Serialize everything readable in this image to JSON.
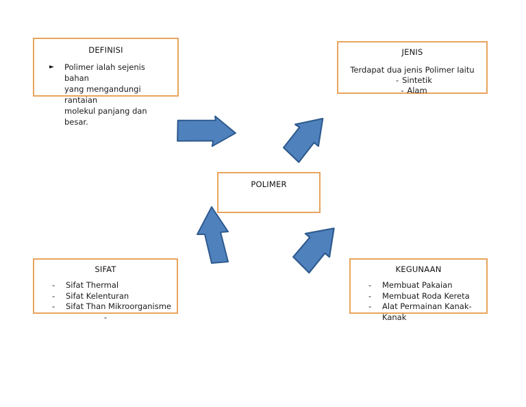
{
  "diagram": {
    "title_node": {
      "label": "POLIMER"
    },
    "nodes": [
      {
        "id": "definisi",
        "title": "DEFINISI",
        "bullet_glyph": "►",
        "lines": [
          "Polimer ialah sejenis bahan",
          "yang mengandungi rantaian",
          "molekul panjang dan besar."
        ]
      },
      {
        "id": "jenis",
        "title": "JENIS",
        "lead": "Terdapat dua jenis Polimer Iaitu",
        "dash_glyph": "-",
        "items": [
          "Sintetik",
          "Alam"
        ]
      },
      {
        "id": "sifat",
        "title": "SIFAT",
        "dash_glyph": "-",
        "items": [
          "Sifat Thermal",
          "Sifat Kelenturan",
          "Sifat Than Mikroorganisme",
          ""
        ]
      },
      {
        "id": "kegunaan",
        "title": "KEGUNAAN",
        "dash_glyph": "-",
        "items": [
          "Membuat Pakaian",
          "Membuat Roda Kereta",
          "Alat Permainan Kanak-Kanak"
        ]
      }
    ],
    "arrows": [
      {
        "id": "top-left",
        "direction": "right"
      },
      {
        "id": "top-right",
        "direction": "down-left"
      },
      {
        "id": "bottom-left",
        "direction": "up"
      },
      {
        "id": "bottom-right",
        "direction": "down-left"
      }
    ],
    "colors": {
      "box_border": "#E8A35C",
      "arrow_fill": "#4F81BD",
      "arrow_stroke": "#2E5A8E",
      "text": "#111111",
      "background": "#FFFFFF"
    }
  }
}
